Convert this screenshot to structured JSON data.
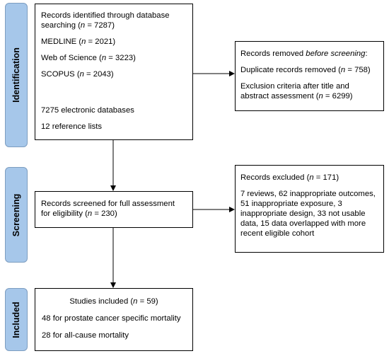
{
  "stages": {
    "identification": "Identification",
    "screening": "Screening",
    "included": "Included"
  },
  "identification_box": {
    "line1_a": "Records identified through database",
    "line2_a": "searching (",
    "line2_n": "n",
    "line2_b": " = 7287)",
    "medline_a": "MEDLINE (",
    "medline_n": "n",
    "medline_b": " = 2021)",
    "wos_a": "Web of Science (",
    "wos_n": "n",
    "wos_b": " = 3223)",
    "scopus_a": "SCOPUS (",
    "scopus_n": "n",
    "scopus_b": " = 2043)",
    "electronic": "7275 electronic databases",
    "reference": "12 reference lists"
  },
  "removed_box": {
    "heading_a": "Records removed ",
    "heading_i": "before screening",
    "heading_b": ":",
    "dup_a": "Duplicate records removed (",
    "dup_n": "n",
    "dup_b": " = 758)",
    "excl_line1": "Exclusion criteria after title and",
    "excl_line2_a": "abstract assessment (",
    "excl_line2_n": "n",
    "excl_line2_b": " = 6299)"
  },
  "screened_box": {
    "line1": "Records screened for full assessment",
    "line2_a": "for eligibility (",
    "line2_n": "n",
    "line2_b": " = 230)"
  },
  "excluded_box": {
    "heading_a": "Records excluded (",
    "heading_n": "n",
    "heading_b": " = 171)",
    "detail": "7 reviews,  62 inappropriate outcomes, 51 inappropriate exposure, 3 inappropriate design, 33 not usable data, 15 data overlapped with more recent eligible cohort"
  },
  "included_box": {
    "studies_a": "Studies included (",
    "studies_n": "n",
    "studies_b": " = 59)",
    "prostate": "48 for prostate cancer specific mortality",
    "allcause": "28 for all-cause mortality"
  }
}
